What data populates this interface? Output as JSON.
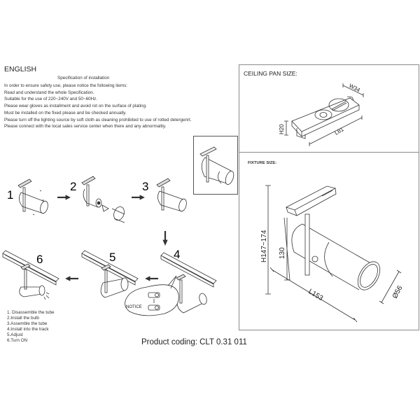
{
  "instructions": {
    "language": "ENGLISH",
    "spec_title": "Specification of installation",
    "lines": [
      "In order to ensure safety use, please notice the following items:",
      "Read and understand the whole Specification.",
      "Suitable for the use of 220~240V and 50~60Hz.",
      "Please wear gloves as installment and avoid rot on the surface of plating.",
      "Must be installed on the fixed please and be checked annually.",
      "Please turn off the lighting source by soft cloth as cleaning prohibited to use of rotted detergenrt.",
      "Please connect with the local sales service center when there and any abnormality."
    ]
  },
  "ceiling_pan": {
    "title": "CEILING PAN SIZE:",
    "width_label": "W34",
    "height_label": "H20",
    "length_label": "L81"
  },
  "fixture": {
    "title": "FIXTURE SIZE:",
    "height_range_label": "H147~174",
    "stem_label": "130",
    "length_label": "L153",
    "diameter_label": "Ø56"
  },
  "diagram": {
    "step_numbers": [
      "1",
      "2",
      "3",
      "4",
      "5",
      "6"
    ],
    "notice_label": "NOTICE"
  },
  "steps": [
    "1. Disassemble the tube",
    "2.Install the bulb",
    "3.Assemble the tube",
    "4.Install into the track",
    "5.Adjust",
    "6.Turn ON"
  ],
  "product_coding": "Product coding: CLT 0.31 011"
}
